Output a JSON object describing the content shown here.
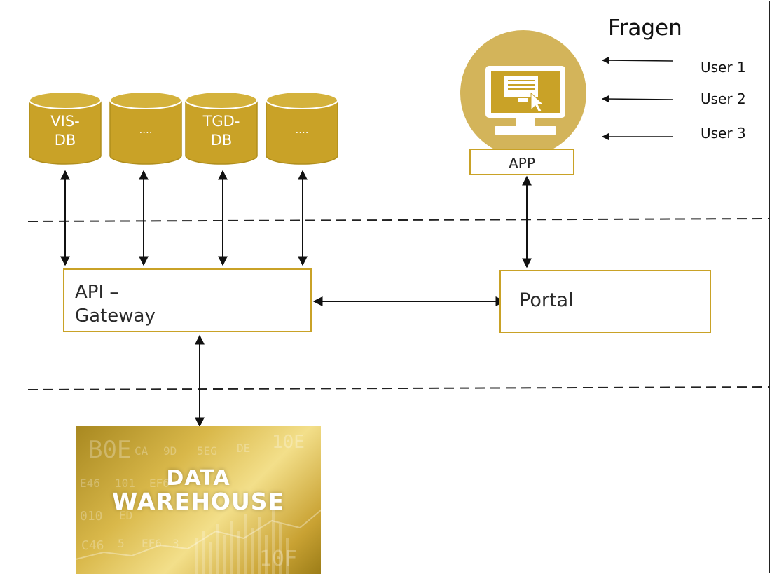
{
  "header": {
    "title": "Fragen"
  },
  "users": [
    "User 1",
    "User 2",
    "User 3"
  ],
  "databases": [
    {
      "label": "VIS-\nDB"
    },
    {
      "label": "...."
    },
    {
      "label": "TGD-\nDB"
    },
    {
      "label": "...."
    }
  ],
  "app": {
    "label": "APP"
  },
  "gateway": {
    "label": "API –\nGateway"
  },
  "portal": {
    "label": "Portal"
  },
  "warehouse": {
    "line1": "DATA",
    "line2": "WAREHOUSE",
    "background_codes": [
      "B0E",
      "CA",
      "9D",
      "5EG",
      "E46",
      "101",
      "EF6",
      "010",
      "ED",
      "C46",
      "5",
      "EF6",
      "3",
      "10F",
      "10E",
      "DE"
    ]
  },
  "colors": {
    "gold": "#c9a227",
    "gold_fill": "#c9a227",
    "gold_circle": "#d3b45a",
    "line": "#111111"
  }
}
